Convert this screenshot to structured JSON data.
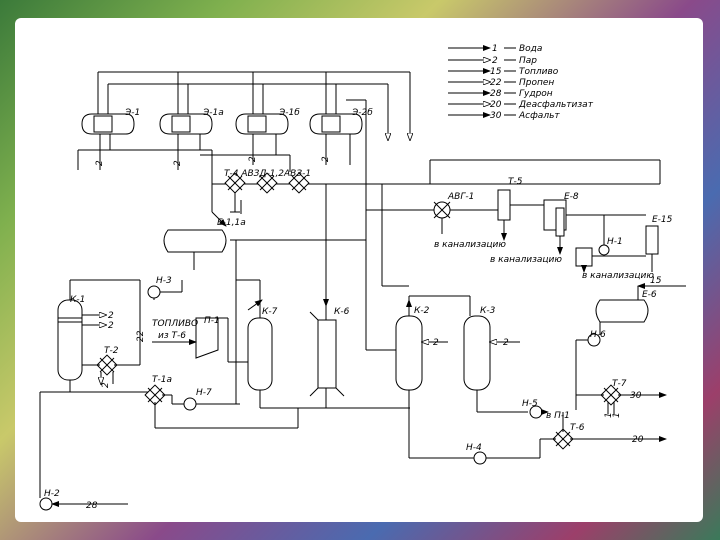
{
  "legend": [
    {
      "code": "1",
      "label": "Вода"
    },
    {
      "code": "2",
      "label": "Пар"
    },
    {
      "code": "15",
      "label": "Топливо"
    },
    {
      "code": "22",
      "label": "Пропен"
    },
    {
      "code": "28",
      "label": "Гудрон"
    },
    {
      "code": "20",
      "label": "Деасфальтизат"
    },
    {
      "code": "30",
      "label": "Асфальт"
    }
  ],
  "evaporators": {
    "e1": "Э-1",
    "e1a": "Э-1а",
    "e1b": "Э-1б",
    "e2b": "Э-2б"
  },
  "exchanger_row": "Т-4 АВЗД-1,2АВЗ-1",
  "vessel_e1": "Е-1,1а",
  "columns": {
    "k1": "К-1",
    "k7": "К-7",
    "k6": "К-6",
    "k2": "К-2",
    "k3": "К-3"
  },
  "pumps": {
    "n3": "Н-3",
    "n7": "Н-7",
    "n5": "Н-5",
    "n4": "Н-4",
    "n2": "Н-2",
    "n6": "Н-6",
    "n1": "Н-1"
  },
  "exchangers": {
    "t2": "Т-2",
    "t1a": "Т-1а",
    "t5": "Т-5",
    "t7": "Т-7",
    "t6": "Т-6",
    "avg1": "АВГ-1"
  },
  "furnace": {
    "p1": "П-1",
    "fuel": "ТОПЛИВО",
    "from": "из Т-6",
    "p1_feed": "в П-1"
  },
  "vessels": {
    "e8": "Е-8",
    "e15": "Е-15",
    "e6": "Е-6"
  },
  "drains": {
    "d1": "в канализацию",
    "d2": "в канализацию",
    "d3": "в канализацию"
  },
  "streams": {
    "s2": "2",
    "s22": "22",
    "s15": "15",
    "s30": "30",
    "s20": "20",
    "s28": "28",
    "s1": "1"
  }
}
